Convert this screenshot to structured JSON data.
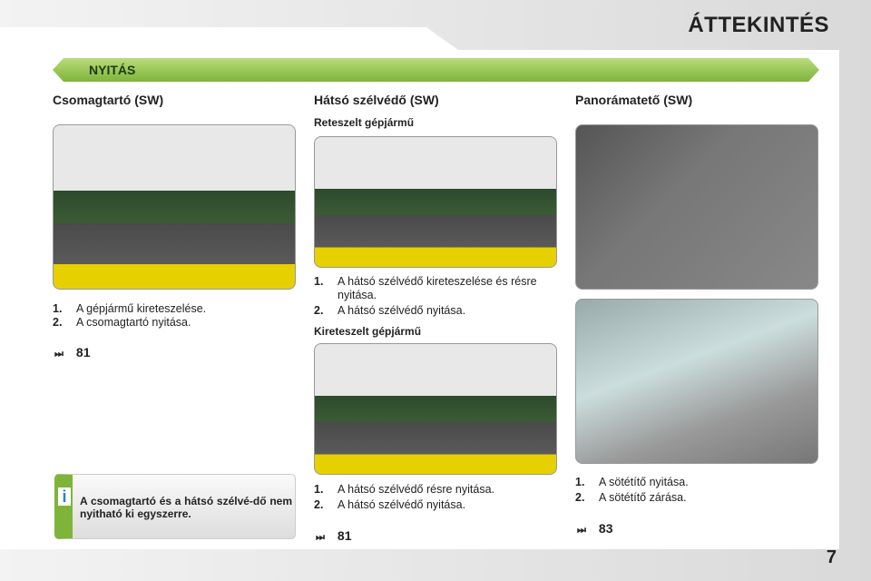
{
  "header": {
    "title": "ÁTTEKINTÉS",
    "section": "NYITÁS"
  },
  "col1": {
    "title": "Csomagtartó (SW)",
    "steps": [
      {
        "n": "1.",
        "t": "A gépjármű kireteszelése."
      },
      {
        "n": "2.",
        "t": "A csomagtartó nyitása."
      }
    ],
    "ref": "81"
  },
  "col2": {
    "title": "Hátsó szélvédő (SW)",
    "sub1": "Reteszelt gépjármű",
    "steps1": [
      {
        "n": "1.",
        "t": "A hátsó szélvédő kireteszelése és résre nyitása."
      },
      {
        "n": "2.",
        "t": "A hátsó szélvédő nyitása."
      }
    ],
    "sub2": "Kireteszelt gépjármű",
    "steps2": [
      {
        "n": "1.",
        "t": "A hátsó szélvédő résre nyitása."
      },
      {
        "n": "2.",
        "t": "A hátsó szélvédő nyitása."
      }
    ],
    "ref": "81"
  },
  "col3": {
    "title": "Panorámatető (SW)",
    "steps": [
      {
        "n": "1.",
        "t": "A sötétítő nyitása."
      },
      {
        "n": "2.",
        "t": "A sötétítő zárása."
      }
    ],
    "ref": "83"
  },
  "info": {
    "icon": "i",
    "text": "A csomagtartó és a hátsó szélvé-dő nem nyitható ki egyszerre."
  },
  "page_number": "7"
}
